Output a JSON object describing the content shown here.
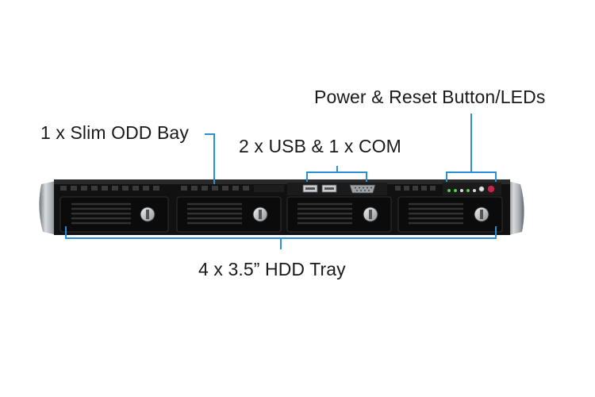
{
  "labels": {
    "power": "Power & Reset Button/LEDs",
    "odd": "1 x Slim ODD Bay",
    "usb": "2 x USB & 1 x COM",
    "hdd": "4 x 3.5” HDD Tray"
  },
  "colors": {
    "callout_line": "#2b8fd6",
    "chassis": "#111111",
    "handle": "#9ea3a8"
  },
  "components": {
    "hdd_tray_count": 4,
    "usb_port_count": 2,
    "com_port_count": 1
  }
}
